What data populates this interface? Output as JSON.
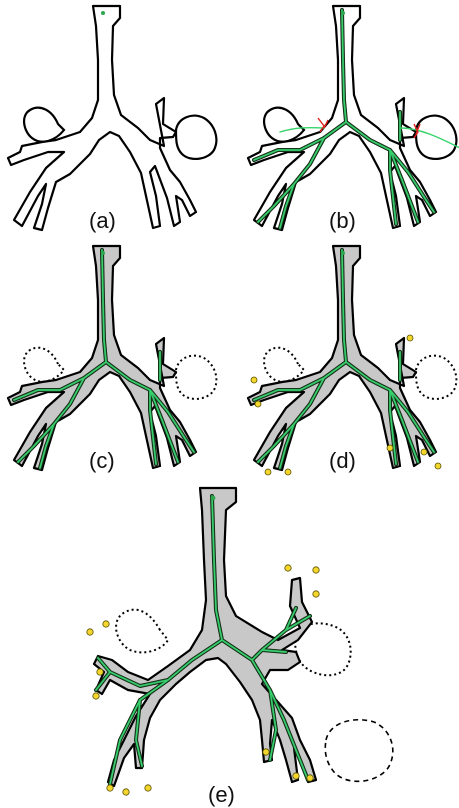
{
  "panels": [
    {
      "id": "a",
      "label": "(a)"
    },
    {
      "id": "b",
      "label": "(b)"
    },
    {
      "id": "c",
      "label": "(c)"
    },
    {
      "id": "d",
      "label": "(d)"
    },
    {
      "id": "e",
      "label": "(e)"
    }
  ],
  "colors": {
    "airway_gray": "#c8c8c8",
    "centerline_green": "#36d36a",
    "branch_dark_green": "#0f2a10",
    "endpoint_yellow": "#f2d62e",
    "leak_cut_red": "#e0201c"
  }
}
